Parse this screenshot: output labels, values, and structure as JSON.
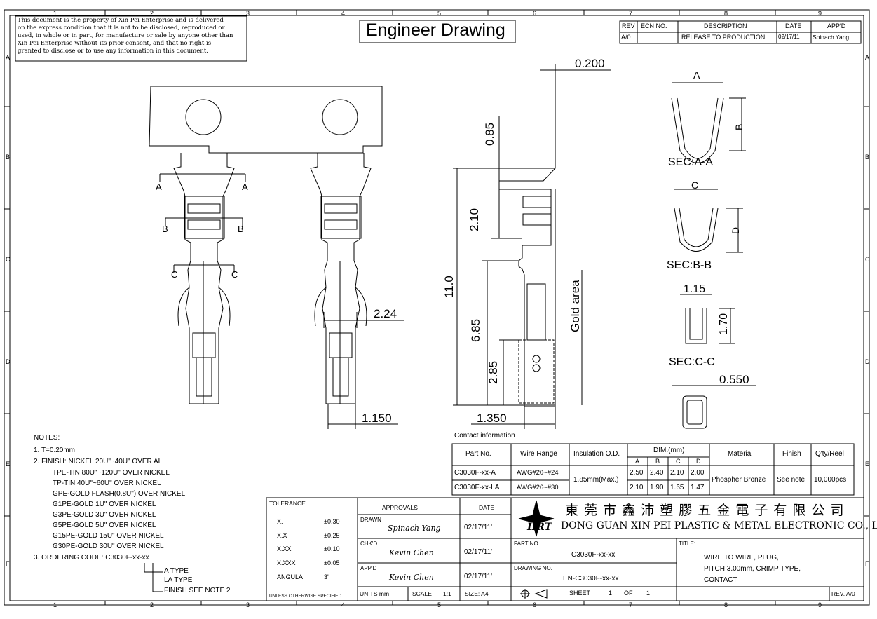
{
  "grid": {
    "columns": [
      "1",
      "2",
      "3",
      "4",
      "5",
      "6",
      "7",
      "8",
      "9"
    ],
    "rows": [
      "A",
      "B",
      "C",
      "D",
      "E",
      "F"
    ]
  },
  "notice": [
    "This document is the property of Xin Pei Enterprise and is delivered",
    "on the express condition that it is not to be disclosed, reproduced or",
    "used, in whole or in part, for manufacture or sale by anyone other than",
    "Xin Pei Enterprise without its prior consent, and that no right is",
    "granted to disclose or to use any information in this document."
  ],
  "title": "Engineer Drawing",
  "revision_table": {
    "headers": [
      "REV",
      "ECN NO.",
      "DESCRIPTION",
      "DATE",
      "APP'D"
    ],
    "rows": [
      [
        "A/0",
        "",
        "RELEASE TO PRODUCTION",
        "02/17/11",
        "Spinach Yang"
      ]
    ]
  },
  "front_view": {
    "section_a": "A",
    "section_b": "B",
    "section_c": "C",
    "dim_width": "2.24",
    "dim_bottom": "1.150"
  },
  "side_view": {
    "dim_top": "0.200",
    "dim_085": "0.85",
    "dim_210": "2.10",
    "dim_110": "11.0",
    "dim_685": "6.85",
    "dim_285": "2.85",
    "gold_area": "Gold area",
    "dim_1350": "1.350"
  },
  "sections": {
    "aa": {
      "label": "SEC:A-A",
      "dim1": "A",
      "dim2": "B"
    },
    "bb": {
      "label": "SEC:B-B",
      "dim1": "C",
      "dim2": "D"
    },
    "cc": {
      "label": "SEC:C-C",
      "dim1": "1.15",
      "dim2": "1.70"
    },
    "dim_0550": "0.550"
  },
  "contact_info": {
    "caption": "Contact information",
    "headers": [
      "Part No.",
      "Wire Range",
      "Insulation O.D.",
      "DIM.(mm)",
      "Material",
      "Finish",
      "Q'ty/Reel"
    ],
    "dim_headers": [
      "A",
      "B",
      "C",
      "D"
    ],
    "rows": [
      {
        "part": "C3030F-xx-A",
        "wire": "AWG#20~#24",
        "dims": [
          "2.50",
          "2.40",
          "2.10",
          "2.00"
        ]
      },
      {
        "part": "C3030F-xx-LA",
        "wire": "AWG#26~#30",
        "dims": [
          "2.10",
          "1.90",
          "1.65",
          "1.47"
        ]
      }
    ],
    "insulation": "1.85mm(Max.)",
    "material": "Phospher Bronze",
    "finish": "See note",
    "qty": "10,000pcs"
  },
  "notes": {
    "heading": "NOTES:",
    "lines": [
      "1. T=0.20mm",
      "2. FINISH: NICKEL 20U\"~40U\" OVER ALL",
      "TPE-TIN 80U\"~120U\" OVER NICKEL",
      "TP-TIN 40U\"~60U\" OVER NICKEL",
      "GPE-GOLD FLASH(0.8U\") OVER NICKEL",
      "G1PE-GOLD 1U\" OVER NICKEL",
      "G3PE-GOLD 3U\" OVER NICKEL",
      "G5PE-GOLD 5U\" OVER NICKEL",
      "G15PE-GOLD 15U\" OVER NICKEL",
      "G30PE-GOLD 30U\" OVER NICKEL",
      "3. ORDERING CODE: C3030F-xx-xx"
    ],
    "code_a": "A TYPE",
    "code_la": "LA TYPE",
    "code_finish": "FINISH SEE NOTE 2"
  },
  "tolerance": {
    "heading": "TOLERANCE",
    "rows": [
      [
        "X.",
        "±0.30"
      ],
      [
        "X.X",
        "±0.25"
      ],
      [
        "X.XX",
        "±0.10"
      ],
      [
        "X.XXX",
        "±0.05"
      ],
      [
        "ANGULA",
        "3'"
      ]
    ],
    "footer": "UNLESS OTHERWISE SPECIFIED"
  },
  "approvals": {
    "heading": "APPROVALS",
    "date_heading": "DATE",
    "drawn_label": "DRAWN",
    "drawn_name": "Spinach Yang",
    "drawn_date": "02/17/11'",
    "chkd_label": "CHK'D",
    "chkd_name": "Kevin Chen",
    "chkd_date": "02/17/11'",
    "appd_label": "APP'D",
    "appd_name": "Kevin Chen",
    "appd_date": "02/17/11'",
    "units": "UNITS mm",
    "scale_label": "SCALE",
    "scale_value": "1:1",
    "size": "SIZE: A4"
  },
  "company": {
    "logo": "HRT",
    "chinese": "東 莞 市 鑫 沛 塑 膠 五 金 電 子 有 限 公 司",
    "english": "DONG GUAN XIN PEI PLASTIC & METAL ELECTRONIC CO., LTD."
  },
  "part_block": {
    "part_label": "PART NO.",
    "part_value": "C3030F-xx-xx",
    "drawing_label": "DRAWING NO.",
    "drawing_value": "EN-C3030F-xx-xx",
    "sheet": "SHEET",
    "sheet_no": "1",
    "of": "OF",
    "of_no": "1"
  },
  "title_block": {
    "label": "TITLE:",
    "lines": [
      "WIRE TO WIRE, PLUG,",
      "PITCH 3.00mm, CRIMP TYPE,",
      "CONTACT"
    ],
    "rev": "REV. A/0"
  }
}
